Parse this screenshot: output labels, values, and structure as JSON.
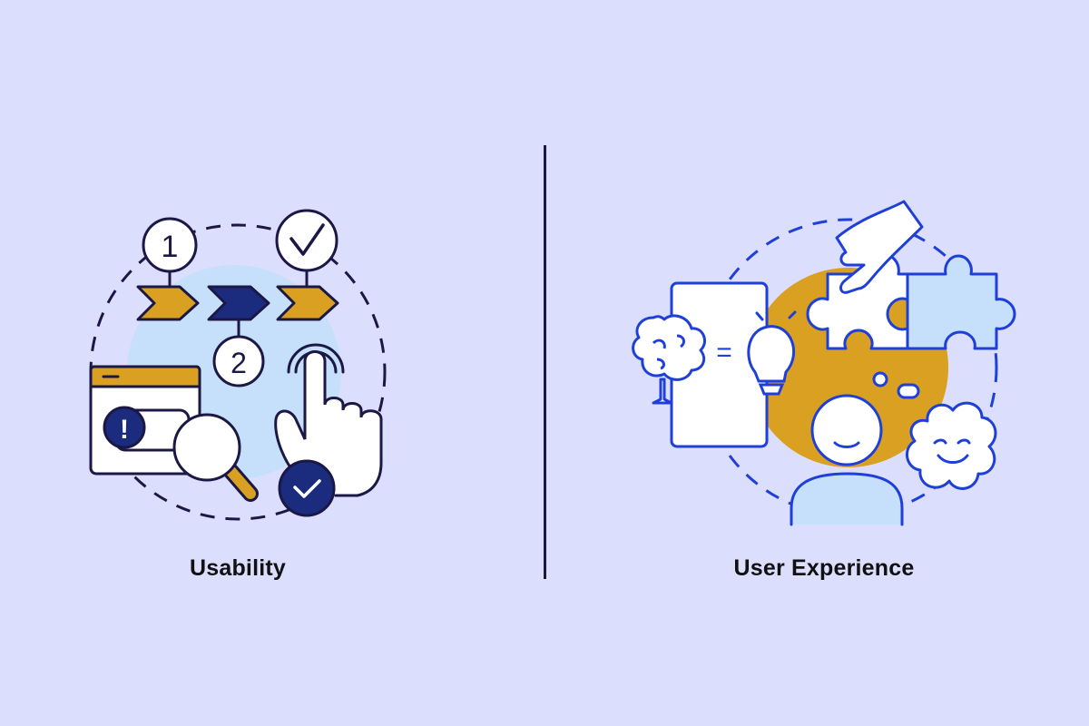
{
  "left": {
    "caption": "Usability",
    "step_1": "1",
    "step_2": "2",
    "alert_mark": "!"
  },
  "right": {
    "caption": "User Experience",
    "equals": "="
  },
  "colors": {
    "background": "#dcdefd",
    "navy": "#1b2b7e",
    "gold": "#d9a022",
    "light_blue": "#c6dffb",
    "bright_blue": "#1e3fd8",
    "outline": "#1b1846"
  },
  "icons": [
    "step-one-icon",
    "checkmark-icon",
    "chevron-icon",
    "tap-finger-icon",
    "browser-window-icon",
    "magnifier-icon",
    "check-badge-icon",
    "brain-tree-icon",
    "lightbulb-icon",
    "phone-icon",
    "puzzle-icon",
    "hand-icon",
    "smiling-person-icon",
    "happy-flower-icon"
  ]
}
